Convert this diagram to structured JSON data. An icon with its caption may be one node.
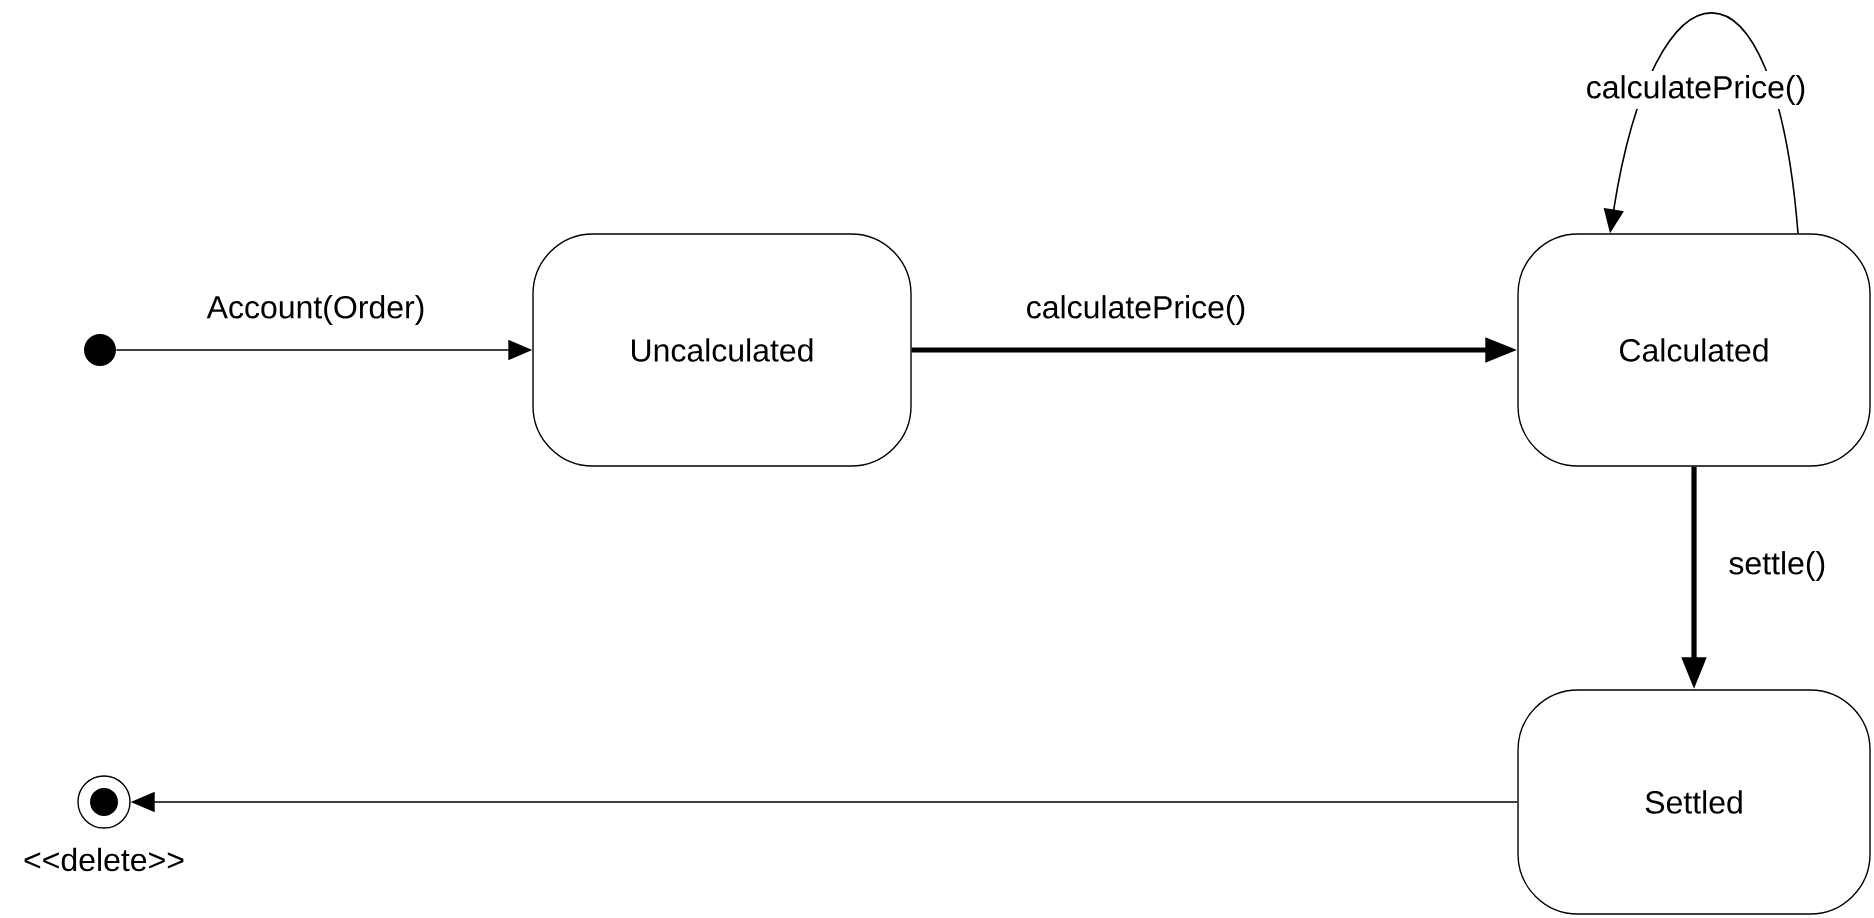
{
  "diagram": {
    "nodes": [
      {
        "text": [],
        "shape": "dot"
      },
      {
        "text": [
          "Uncalculated"
        ]
      },
      {
        "text": [
          "Calculated"
        ]
      },
      {
        "text": [
          "Settled"
        ]
      },
      {
        "text": [],
        "shape": "bullseye",
        "beside": [
          "<<delete>>"
        ]
      }
    ],
    "edges": [
      {
        "from": 0,
        "to": 1,
        "arrow": "to",
        "label": "Account(Order)"
      },
      {
        "from": 1,
        "to": 2,
        "arrow": "to",
        "label": "calculatePrice()",
        "style": "thick"
      },
      {
        "from": 2,
        "to": 2,
        "arrow": "to",
        "label": "calculatePrice()"
      },
      {
        "from": 2,
        "to": 3,
        "arrow": "to",
        "label": "settle()",
        "style": "thick"
      },
      {
        "from": 3,
        "to": 4,
        "arrow": "to"
      }
    ]
  }
}
